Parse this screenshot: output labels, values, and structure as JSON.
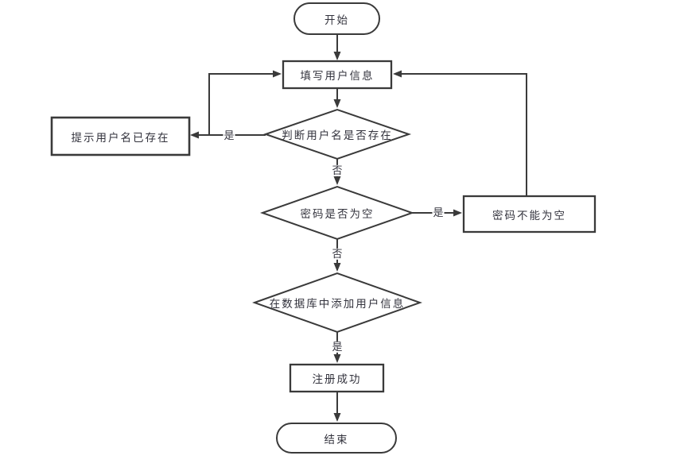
{
  "flowchart": {
    "nodes": {
      "start": {
        "label": "开始"
      },
      "fill_info": {
        "label": "填写用户信息"
      },
      "check_username": {
        "label": "判断用户名是否存在"
      },
      "username_exists": {
        "label": "提示用户名已存在"
      },
      "check_password": {
        "label": "密码是否为空"
      },
      "password_empty": {
        "label": "密码不能为空"
      },
      "add_user_db": {
        "label": "在数据库中添加用户信息"
      },
      "register_success": {
        "label": "注册成功"
      },
      "end": {
        "label": "结束"
      }
    },
    "edge_labels": {
      "username_yes": "是",
      "username_no": "否",
      "password_yes": "是",
      "password_no": "否",
      "db_yes": "是"
    },
    "colors": {
      "line": "#3a3a3a",
      "shape_border": "#3a3a3a",
      "shape_fill": "#ffffff",
      "text": "#33333d",
      "background": "#ffffff"
    }
  }
}
